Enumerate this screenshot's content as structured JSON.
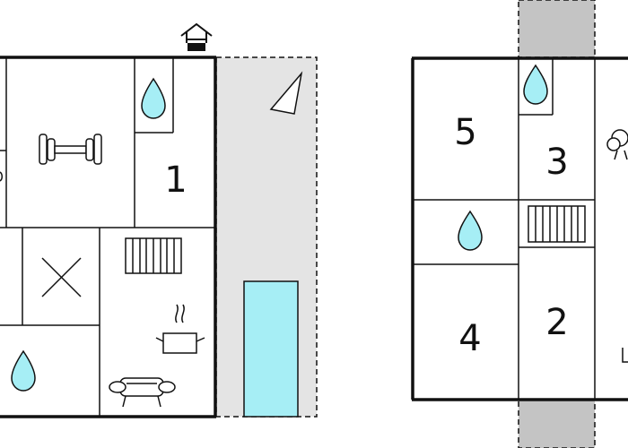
{
  "colors": {
    "wall": "#111111",
    "water": "#a6eef5",
    "pool": "#a6eef5",
    "terrace": "#e4e4e4",
    "background": "#ffffff"
  },
  "floor_left": {
    "icons": [
      "entrance-icon",
      "terrace-compass-icon",
      "water-drop-icon",
      "dumbbell-icon",
      "x-marker-icon",
      "radiator-icon",
      "cooking-pot-icon",
      "sofa-icon",
      "pool-icon"
    ],
    "room_labels": [
      "1"
    ]
  },
  "floor_right": {
    "icons": [
      "water-drop-icon",
      "radiator-icon",
      "table-chairs-icon",
      "chair-icon"
    ],
    "room_labels": [
      "5",
      "3",
      "2",
      "4"
    ]
  }
}
